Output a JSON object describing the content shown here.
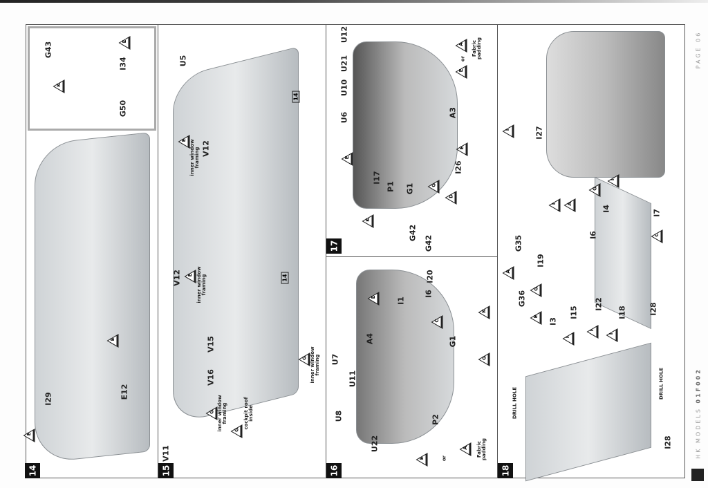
{
  "footer": {
    "brand": "HK MODELS",
    "code": "01F002",
    "page": "PAGE 06"
  },
  "steps": [
    {
      "number": "14",
      "labels": [
        "G43",
        "I34",
        "G50",
        "E12",
        "I29"
      ],
      "paint": [
        "K",
        "E",
        "E",
        "E"
      ],
      "ref": []
    },
    {
      "number": "15",
      "labels": [
        "U5",
        "V12",
        "V12",
        "V15",
        "V16",
        "V11"
      ],
      "paint": [
        "E",
        "E",
        "G",
        "G",
        "G"
      ],
      "notes": [
        "inner window\nframing",
        "inner window\nframing",
        "inner window\nframing",
        "inner window\nframing",
        "cockpit roof\ninside"
      ],
      "ref": [
        "14",
        "14"
      ]
    },
    {
      "number": "16",
      "labels": [
        "A4",
        "I1",
        "I6",
        "I20",
        "G42",
        "G1",
        "U7",
        "U11",
        "U8",
        "U22",
        "P2"
      ],
      "paint": [
        "E",
        "C",
        "K",
        "G",
        "E",
        "A"
      ],
      "notes": [
        "or",
        "Fabric\npadding"
      ]
    },
    {
      "number": "17",
      "labels": [
        "U6",
        "U10",
        "U21",
        "U12",
        "I17",
        "P1",
        "G1",
        "G42",
        "I26",
        "A3"
      ],
      "paint": [
        "E",
        "G",
        "D",
        "E",
        "K",
        "E",
        "A"
      ],
      "notes": [
        "or",
        "Fabric\npadding"
      ]
    },
    {
      "number": "18",
      "labels": [
        "I27",
        "G35",
        "I19",
        "I6",
        "I4",
        "I7",
        "G36",
        "I3",
        "I15",
        "I22",
        "I18",
        "I28",
        "I28"
      ],
      "paint": [
        "I",
        "I",
        "A",
        "G",
        "I",
        "A",
        "C",
        "G",
        "E",
        "I",
        "I",
        "I"
      ],
      "notes": [
        "DRILL HOLE",
        "DRILL HOLE"
      ]
    }
  ],
  "colors": {
    "step_badge": "#111111",
    "parts": "#d4d8db",
    "border": "#555555"
  }
}
